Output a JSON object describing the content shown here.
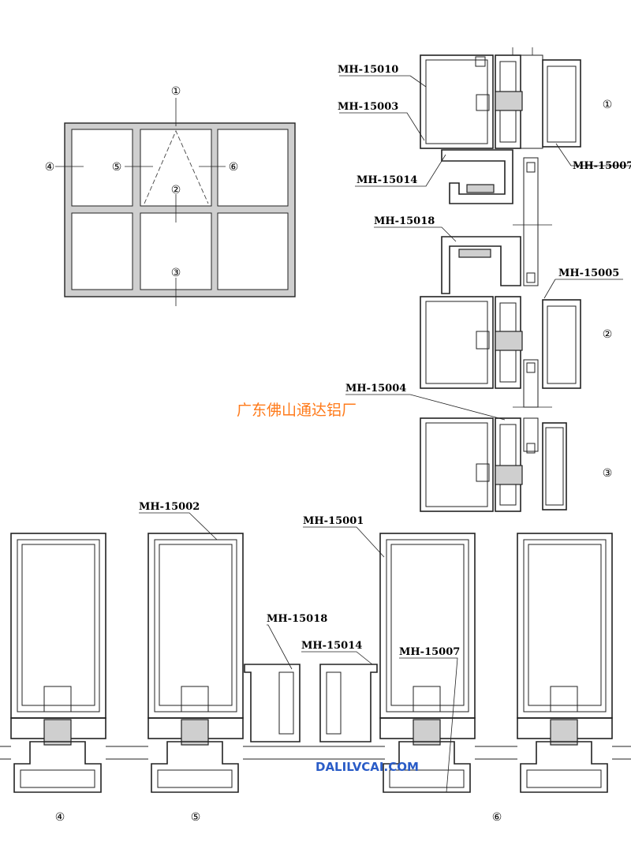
{
  "elevation": {
    "markers": {
      "m1": "①",
      "m2": "②",
      "m3": "③",
      "m4": "④",
      "m5": "⑤",
      "m6": "⑥"
    }
  },
  "section_vertical": {
    "labels": [
      "MH-15010",
      "MH-15003",
      "MH-15014",
      "MH-15018",
      "MH-15005",
      "MH-15004",
      "MH-15007"
    ],
    "markers": {
      "m1": "①",
      "m2": "②",
      "m3": "③"
    }
  },
  "section_horizontal": {
    "labels": [
      "MH-15002",
      "MH-15001",
      "MH-15018",
      "MH-15014",
      "MH-15007"
    ],
    "markers": {
      "m4": "④",
      "m5": "⑤",
      "m6": "⑥"
    }
  },
  "watermark": "广东佛山通达铝厂",
  "site": "DALILVCAI.COM",
  "colors": {
    "line": "#222222",
    "watermark": "#ff7a1a",
    "site": "#2a5cc7"
  }
}
